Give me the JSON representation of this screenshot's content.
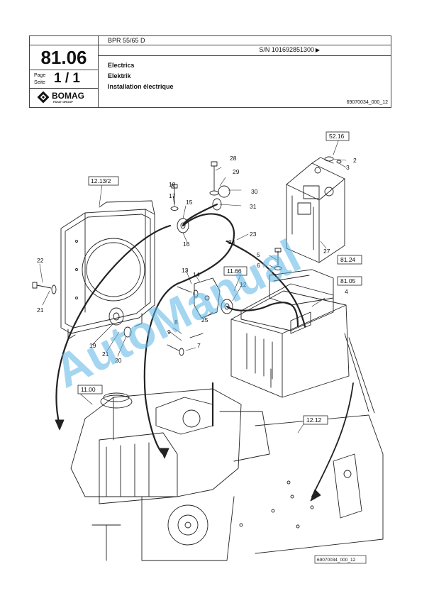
{
  "header": {
    "model": "BPR 55/65 D",
    "serial": "S/N 101692851300",
    "serial_arrow": "▶",
    "section": "81.06",
    "page_label": "Page",
    "seite_label": "Seite",
    "page_number": "1 / 1",
    "titles": [
      "Electrics",
      "Elektrik",
      "Installation électrique"
    ],
    "doc_number": "69070034_000_12"
  },
  "logo": {
    "brand": "BOMAG",
    "sub": "FAYAT GROUP"
  },
  "diagram": {
    "reference_boxes": [
      "52.16",
      "12.13/2",
      "11.66",
      "81.24",
      "81.05",
      "11.00",
      "12.12"
    ],
    "callouts": [
      "2",
      "3",
      "4",
      "5",
      "6",
      "7",
      "8",
      "9",
      "12",
      "13",
      "14",
      "15",
      "16",
      "17",
      "18",
      "19",
      "20",
      "21",
      "21",
      "22",
      "23",
      "24",
      "25",
      "27",
      "28",
      "29",
      "30",
      "31"
    ],
    "image_ref": "69070034_000_12",
    "watermark": "AutoManual"
  }
}
